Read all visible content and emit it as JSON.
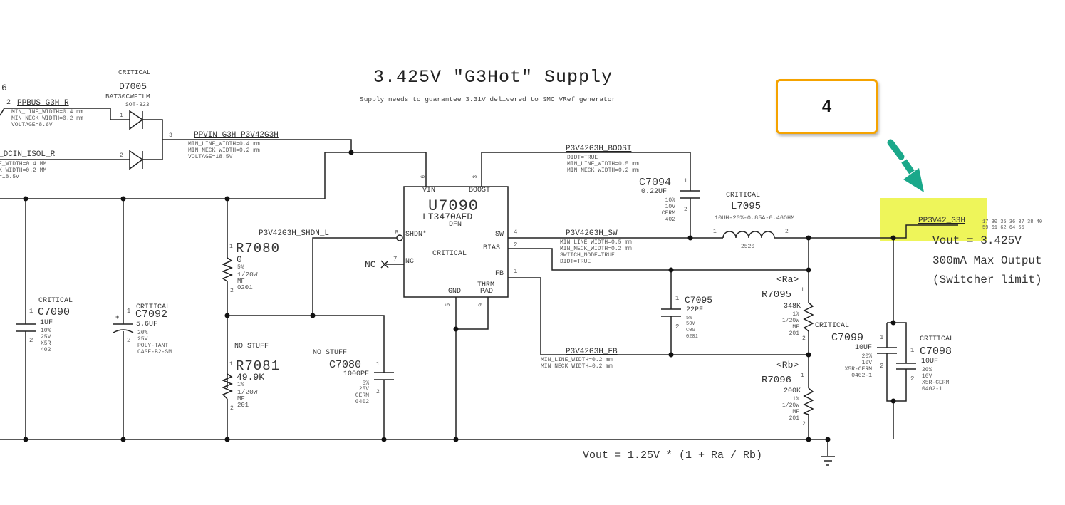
{
  "title": "3.425V \"G3Hot\" Supply",
  "subtitle": "Supply needs to guarantee 3.31V delivered to SMC VRef generator",
  "callout": {
    "label": "4",
    "border_color": "#f5a300"
  },
  "arrow": {
    "color": "#1aa88a",
    "direction": "down-right"
  },
  "highlight": {
    "color": "#eef55a",
    "target": "PP3V42_G3H"
  },
  "sheet_ref": "6",
  "nets": {
    "ppbus": {
      "pin": "2",
      "name": "PPBUS_G3H_R",
      "props": [
        "MIN_LINE_WIDTH=0.4 mm",
        "MIN_NECK_WIDTH=0.2 mm",
        "VOLTAGE=8.6V"
      ]
    },
    "dcin": {
      "name": "_DCIN_ISOL_R",
      "props": [
        "E_WIDTH=0.4 MM",
        "K_WIDTH=0.2 MM",
        "=18.5V"
      ]
    },
    "ppvin": {
      "pin": "3",
      "name": "PPVIN_G3H_P3V42G3H",
      "props": [
        "MIN_LINE_WIDTH=0.4 mm",
        "MIN_NECK_WIDTH=0.2 mm",
        "VOLTAGE=18.5V"
      ]
    },
    "boost": {
      "name": "P3V42G3H_BOOST",
      "props": [
        "DIDT=TRUE",
        "MIN_LINE_WIDTH=0.5 mm",
        "MIN_NECK_WIDTH=0.2 mm"
      ]
    },
    "sw": {
      "name": "P3V42G3H_SW",
      "props": [
        "MIN_LINE_WIDTH=0.5 mm",
        "MIN_NECK_WIDTH=0.2 mm",
        "SWITCH_NODE=TRUE",
        "DIDT=TRUE"
      ]
    },
    "shdn": {
      "name": "P3V42G3H_SHDN_L"
    },
    "fb": {
      "name": "P3V42G3H_FB",
      "props": [
        "MIN_LINE_WIDTH=0.2 mm",
        "MIN_NECK_WIDTH=0.2 mm"
      ]
    },
    "out": {
      "name": "PP3V42_G3H",
      "refs_line1": "17 30 35 36 37 38 40",
      "refs_line2": "59 61 62 64 65"
    }
  },
  "components": {
    "d7005": {
      "tag": "CRITICAL",
      "ref": "D7005",
      "part": "BAT30CWFILM",
      "pkg": "SOT-323",
      "pins": [
        "1",
        "2",
        "3"
      ]
    },
    "u7090": {
      "ref": "U7090",
      "part": "LT3470AED",
      "pkg": "DFN",
      "tag": "CRITICAL",
      "pins": {
        "vin": "VIN",
        "boost": "BOOST",
        "shdn": "SHDN*",
        "nc": "NC",
        "sw": "SW",
        "bias": "BIAS",
        "fb": "FB",
        "gnd": "GND",
        "thrm": "THRM",
        "pad": "PAD"
      },
      "pin_numbers": {
        "vin": "6",
        "boost": "3",
        "shdn": "8",
        "nc": "7",
        "sw": "4",
        "bias": "2",
        "fb": "1",
        "gnd": "5",
        "thrm": "9"
      },
      "nc_label": "NC"
    },
    "c7094": {
      "ref": "C7094",
      "value": "0.22UF",
      "specs": [
        "10%",
        "10V",
        "CERM",
        "402"
      ]
    },
    "l7095": {
      "tag": "CRITICAL",
      "ref": "L7095",
      "value": "10UH-20%-0.85A-0.46OHM",
      "pkg": "2520"
    },
    "c7095": {
      "ref": "C7095",
      "value": "22PF",
      "specs": [
        "5%",
        "50V",
        "C0G",
        "0201"
      ]
    },
    "r7095": {
      "alias": "<Ra>",
      "ref": "R7095",
      "value": "348K",
      "specs": [
        "1%",
        "1/20W",
        "MF",
        "201"
      ]
    },
    "r7096": {
      "alias": "<Rb>",
      "ref": "R7096",
      "value": "200K",
      "specs": [
        "1%",
        "1/20W",
        "MF",
        "201"
      ]
    },
    "c7099": {
      "tag": "CRITICAL",
      "ref": "C7099",
      "value": "10UF",
      "specs": [
        "20%",
        "10V",
        "X5R-CERM",
        "0402-1"
      ]
    },
    "c7098": {
      "tag": "CRITICAL",
      "ref": "C7098",
      "value": "10UF",
      "specs": [
        "20%",
        "10V",
        "X5R-CERM",
        "0402-1"
      ]
    },
    "r7080": {
      "ref": "R7080",
      "value": "0",
      "specs": [
        "5%",
        "1/20W",
        "MF",
        "0201"
      ]
    },
    "r7081": {
      "tag": "NO STUFF",
      "ref": "R7081",
      "value": "49.9K",
      "specs": [
        "1%",
        "1/20W",
        "MF",
        "201"
      ]
    },
    "c7080": {
      "tag": "NO STUFF",
      "ref": "C7080",
      "value": "1000PF",
      "specs": [
        "5%",
        "25V",
        "CERM",
        "0402"
      ]
    },
    "c7090": {
      "tag": "CRITICAL",
      "ref": "C7090",
      "value": "1UF",
      "specs": [
        "10%",
        "25V",
        "X5R",
        "402"
      ]
    },
    "c7092": {
      "tag": "CRITICAL",
      "ref": "C7092",
      "value": "5.6UF",
      "specs": [
        "20%",
        "25V",
        "POLY-TANT",
        "CASE-B2-SM"
      ]
    }
  },
  "notes": {
    "vout": "Vout = 3.425V",
    "max_output": "300mA Max Output",
    "limit": "(Switcher limit)",
    "formula": "Vout = 1.25V * (1 + Ra / Rb)"
  },
  "pin_labels": {
    "p1": "1",
    "p2": "2",
    "plus": "+"
  }
}
